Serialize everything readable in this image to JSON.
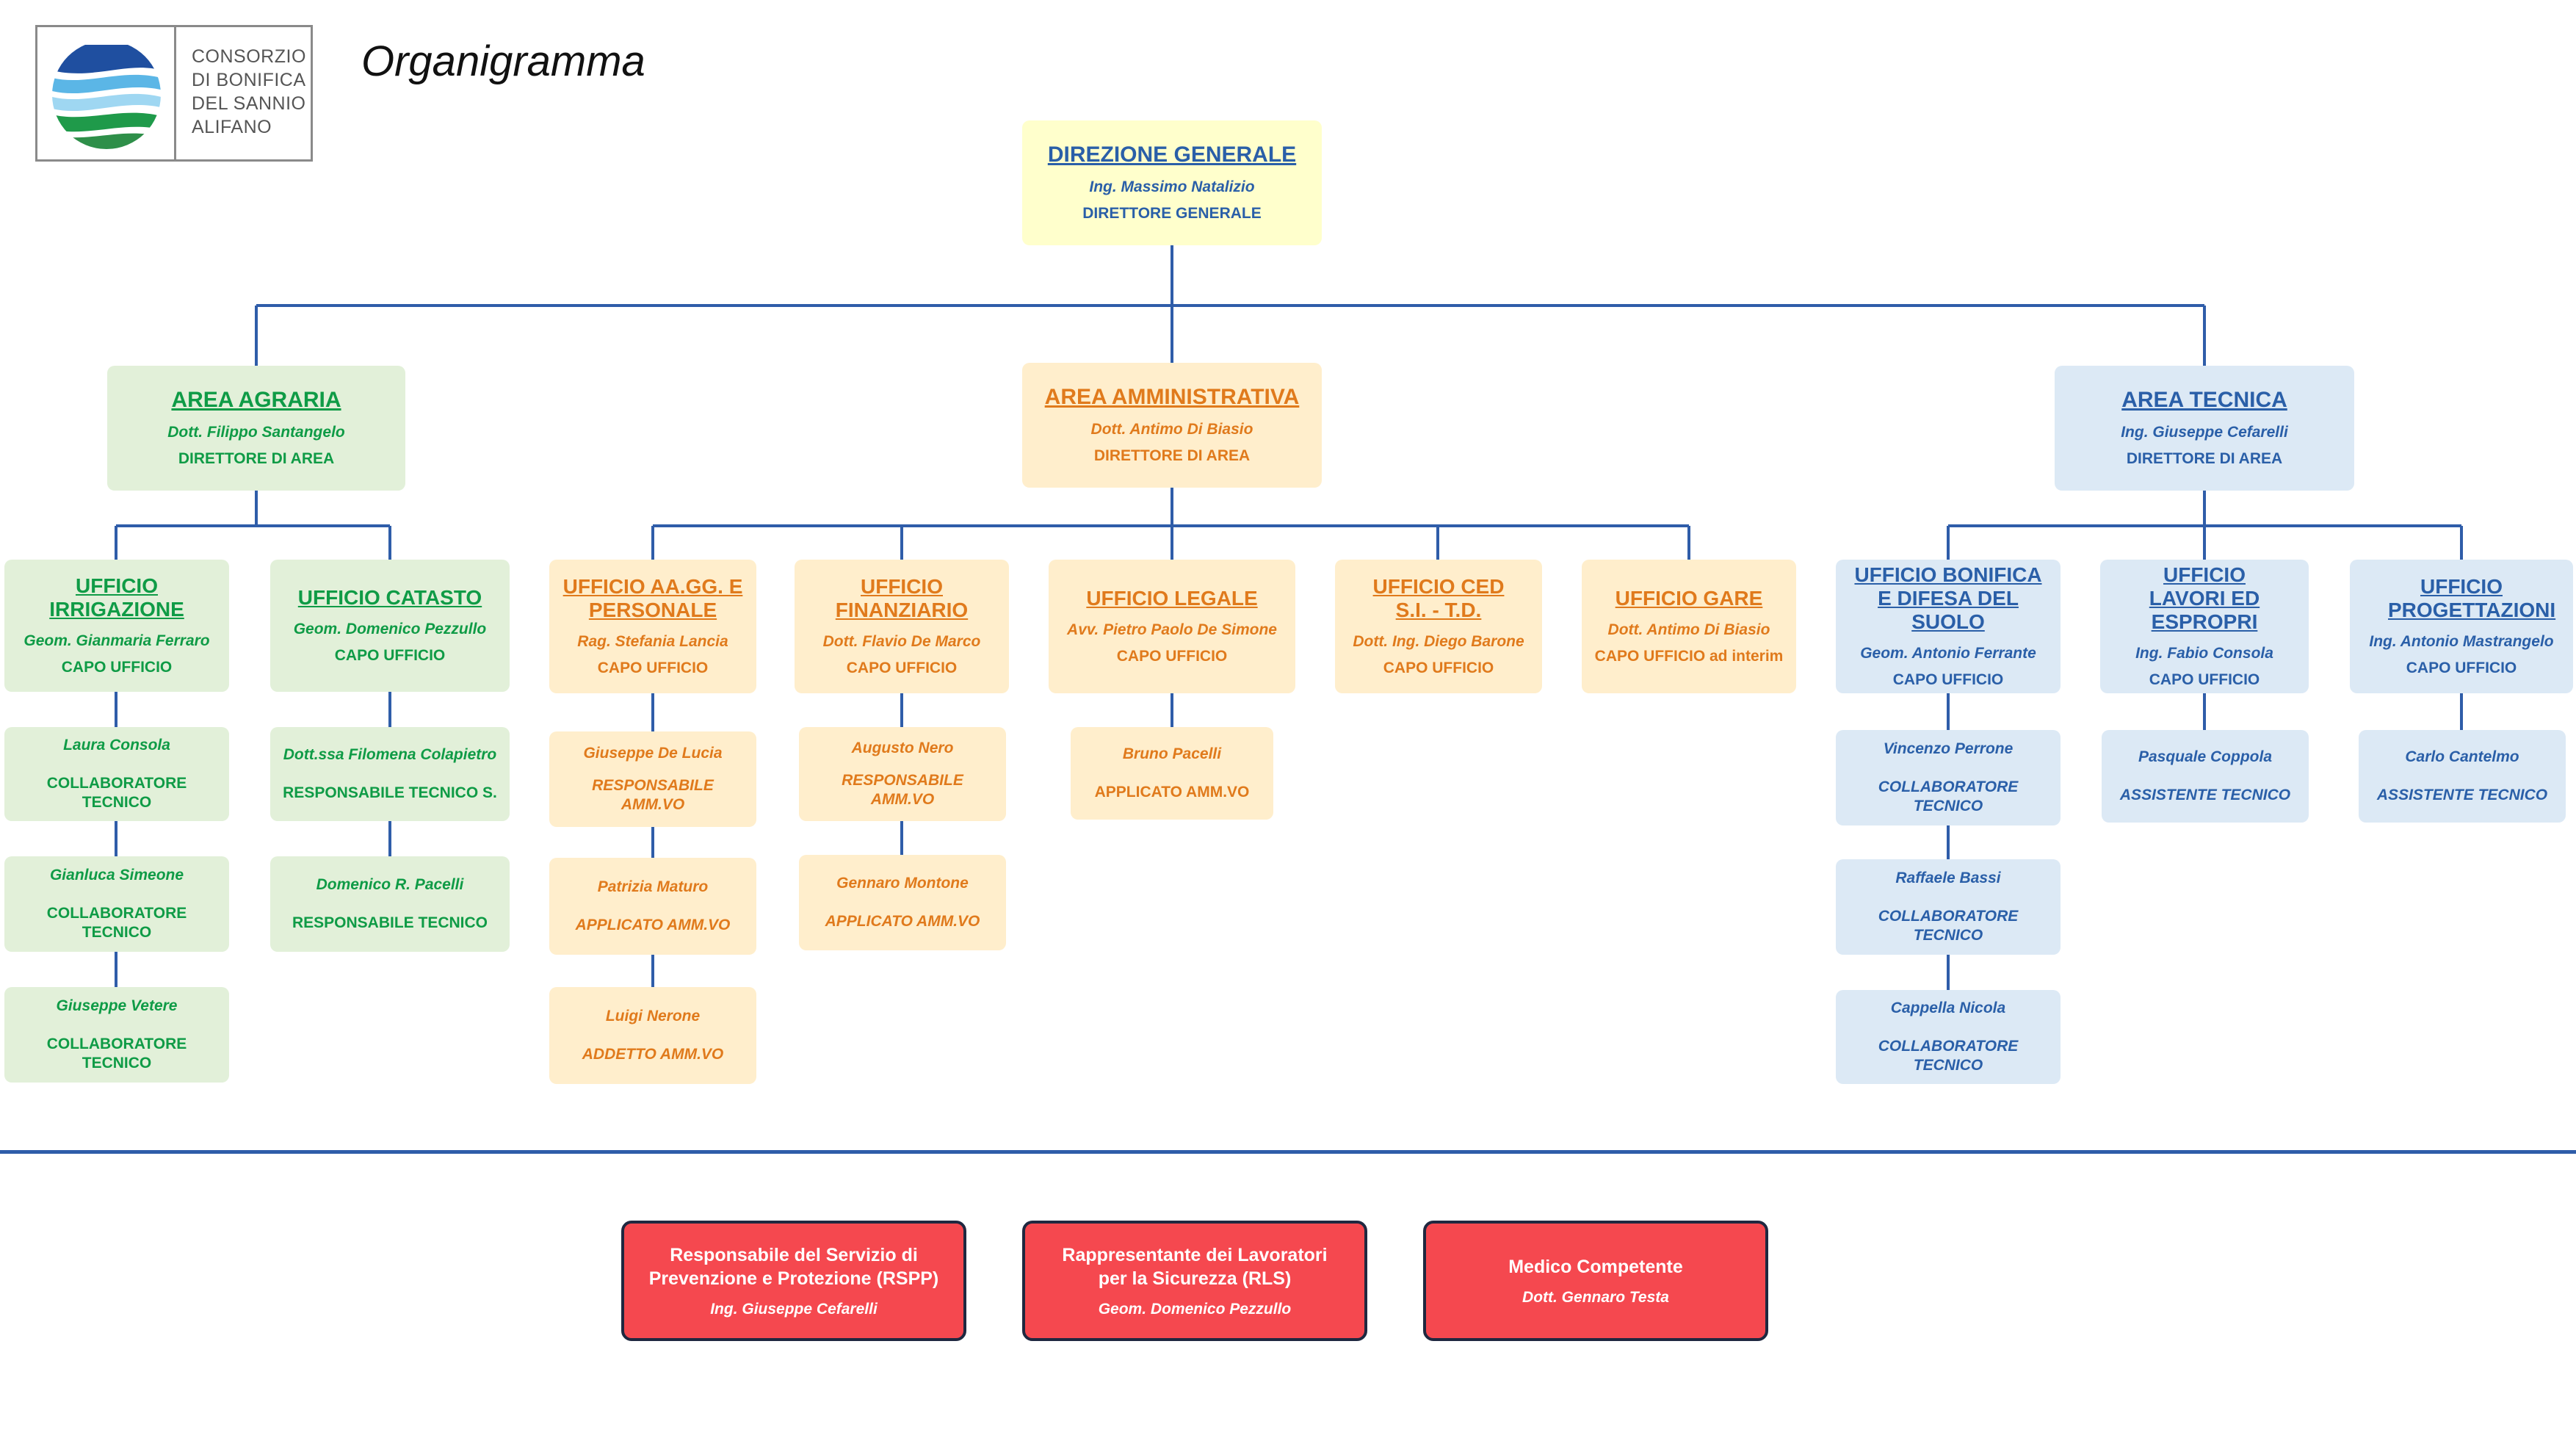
{
  "logo": {
    "lines": [
      "CONSORZIO",
      "DI BONIFICA",
      "DEL SANNIO",
      "ALIFANO"
    ]
  },
  "page_title": "Organigramma",
  "direzione": {
    "title": "DIREZIONE GENERALE",
    "name": "Ing. Massimo Natalizio",
    "role": "DIRETTORE GENERALE"
  },
  "areas": {
    "agraria": {
      "title": "AREA AGRARIA",
      "name": "Dott. Filippo Santangelo",
      "role": "DIRETTORE DI AREA"
    },
    "amministrativa": {
      "title": "AREA AMMINISTRATIVA",
      "name": "Dott. Antimo Di Biasio",
      "role": "DIRETTORE DI AREA"
    },
    "tecnica": {
      "title": "AREA TECNICA",
      "name": "Ing. Giuseppe Cefarelli",
      "role": "DIRETTORE DI AREA"
    }
  },
  "offices": {
    "irrigazione": {
      "title": "UFFICIO IRRIGAZIONE",
      "name": "Geom. Gianmaria Ferraro",
      "role": "CAPO UFFICIO",
      "staff": [
        {
          "name": "Laura Consola",
          "role": "COLLABORATORE TECNICO"
        },
        {
          "name": "Gianluca Simeone",
          "role": "COLLABORATORE TECNICO"
        },
        {
          "name": "Giuseppe Vetere",
          "role": "COLLABORATORE TECNICO"
        }
      ]
    },
    "catasto": {
      "title": "UFFICIO CATASTO",
      "name": "Geom. Domenico Pezzullo",
      "role": "CAPO UFFICIO",
      "staff": [
        {
          "name": "Dott.ssa Filomena Colapietro",
          "role": "RESPONSABILE TECNICO S."
        },
        {
          "name": "Domenico R. Pacelli",
          "role": "RESPONSABILE TECNICO"
        }
      ]
    },
    "aagg": {
      "title": "UFFICIO AA.GG. E PERSONALE",
      "name": "Rag. Stefania Lancia",
      "role": "CAPO UFFICIO",
      "staff": [
        {
          "name": "Giuseppe De Lucia",
          "role": "RESPONSABILE AMM.VO"
        },
        {
          "name": "Patrizia Maturo",
          "role": "APPLICATO AMM.VO"
        },
        {
          "name": "Luigi Nerone",
          "role": "ADDETTO AMM.VO"
        }
      ]
    },
    "finanziario": {
      "title": "UFFICIO FINANZIARIO",
      "name": "Dott. Flavio De Marco",
      "role": "CAPO UFFICIO",
      "staff": [
        {
          "name": "Augusto Nero",
          "role": "RESPONSABILE AMM.VO"
        },
        {
          "name": "Gennaro Montone",
          "role": "APPLICATO AMM.VO"
        }
      ]
    },
    "legale": {
      "title": "UFFICIO LEGALE",
      "name": "Avv. Pietro Paolo De Simone",
      "role": "CAPO UFFICIO",
      "staff": [
        {
          "name": "Bruno Pacelli",
          "role": "APPLICATO AMM.VO"
        }
      ]
    },
    "ced": {
      "title": "UFFICIO CED S.I. - T.D.",
      "name": "Dott. Ing. Diego Barone",
      "role": "CAPO UFFICIO"
    },
    "gare": {
      "title": "UFFICIO GARE",
      "name": "Dott. Antimo Di Biasio",
      "role": "CAPO UFFICIO ad interim"
    },
    "bonifica": {
      "title": "UFFICIO BONIFICA E DIFESA DEL SUOLO",
      "name": "Geom. Antonio Ferrante",
      "role": "CAPO UFFICIO",
      "staff": [
        {
          "name": "Vincenzo Perrone",
          "role": "COLLABORATORE TECNICO"
        },
        {
          "name": "Raffaele Bassi",
          "role": "COLLABORATORE TECNICO"
        },
        {
          "name": "Cappella Nicola",
          "role": "COLLABORATORE TECNICO"
        }
      ]
    },
    "lavori": {
      "title": "UFFICIO LAVORI ED ESPROPRI",
      "name": "Ing. Fabio Consola",
      "role": "CAPO UFFICIO",
      "staff": [
        {
          "name": "Pasquale Coppola",
          "role": "ASSISTENTE TECNICO"
        }
      ]
    },
    "progettazioni": {
      "title": "UFFICIO PROGETTAZIONI",
      "name": "Ing. Antonio Mastrangelo",
      "role": "CAPO UFFICIO",
      "staff": [
        {
          "name": "Carlo Cantelmo",
          "role": "ASSISTENTE TECNICO"
        }
      ]
    }
  },
  "safety": [
    {
      "title": "Responsabile del Servizio di Prevenzione e Protezione (RSPP)",
      "name": "Ing. Giuseppe Cefarelli"
    },
    {
      "title": "Rappresentante dei Lavoratori per la Sicurezza (RLS)",
      "name": "Geom. Domenico Pezzullo"
    },
    {
      "title": "Medico Competente",
      "name": "Dott. Gennaro Testa"
    }
  ],
  "colors": {
    "connector": "#2f5da9",
    "agraria": "#0f9b46",
    "amministrativa": "#e07a1c",
    "tecnica": "#2a5fa8",
    "safety": "#f5484f"
  }
}
